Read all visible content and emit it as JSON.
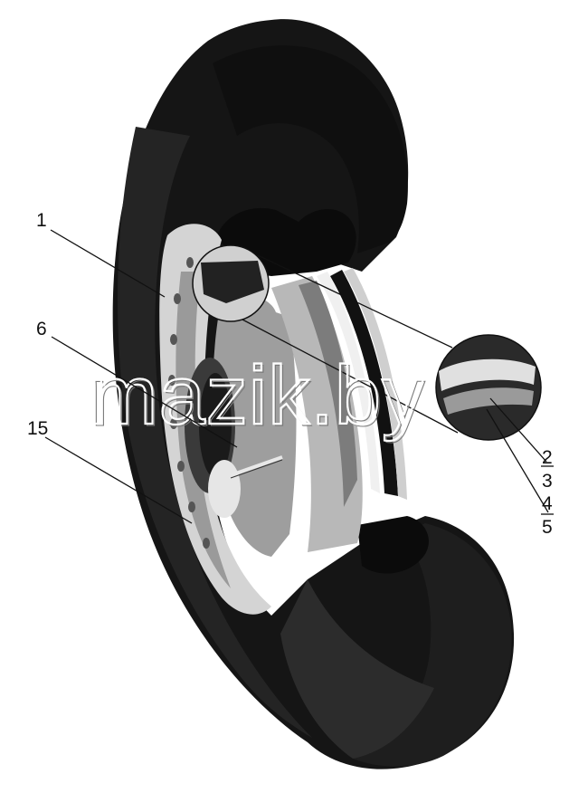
{
  "watermark": "mazik.by",
  "callouts": {
    "c1": "1",
    "c6": "6",
    "c15": "15",
    "c2": "2",
    "c3": "3",
    "c4": "4",
    "c5": "5"
  },
  "colors": {
    "tire_dark": "#141414",
    "tire_mid": "#262626",
    "tire_side": "#1c1c1c",
    "rim_light": "#d9d9d9",
    "rim_mid": "#a8a8a8",
    "rim_dark": "#6e6e6e",
    "background": "#ffffff"
  }
}
